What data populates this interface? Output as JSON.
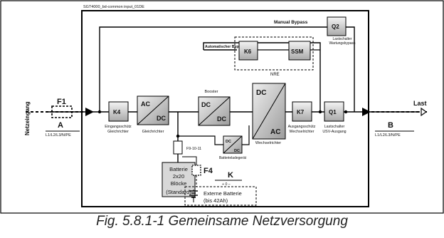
{
  "diagram": {
    "header_label": "SGT4000_bd-common input_01DE",
    "caption": "Fig. 5.8.1-1   Gemeinsame Netzversorgung",
    "manual_bypass": "Manual Bypass",
    "auto_bypass": "Automatischer Bypass",
    "nre": "NRE",
    "input": {
      "vertical": "Netzeingang",
      "fuse": "F1",
      "letter": "A",
      "phases": "L1/L2/L3/N/PE"
    },
    "output": {
      "name": "Last",
      "letter": "B",
      "phases": "L1/L2/L3/N/PE"
    },
    "blocks": {
      "k4": {
        "label": "K4",
        "desc1": "Eingangsschütz",
        "desc2": "Gleichrichter"
      },
      "rectifier": {
        "top": "AC",
        "bottom": "DC",
        "desc": "Gleichrichter"
      },
      "booster": {
        "top": "DC",
        "bottom": "DC",
        "desc": "Booster"
      },
      "charger": {
        "top": "DC",
        "bottom": "DC",
        "desc": "Batterieladegerät"
      },
      "inverter": {
        "top": "DC",
        "bottom": "AC",
        "desc": "Wechselrichter"
      },
      "k7": {
        "label": "K7",
        "desc1": "Ausgangsschütz",
        "desc2": "Wechselrichter"
      },
      "q1": {
        "label": "Q1",
        "desc1": "Lastschalter",
        "desc2": "USV-Ausgang"
      },
      "q2": {
        "label": "Q2",
        "desc1": "Lastschalter",
        "desc2": "Wartungsbypass"
      },
      "k6": {
        "label": "K6"
      },
      "ssm": {
        "label": "SSM"
      }
    },
    "battery": {
      "fuse_internal": "F9-10-11",
      "internal1": "Batterie",
      "internal2": "2x20",
      "internal3": "Blöcke",
      "internal4": "(Standard)",
      "fuse_external": "F4",
      "k_label": "K",
      "k_polarity": "+ 0 –",
      "external1": "Externe Batterie",
      "external2": "(bis  42Ah)"
    }
  }
}
